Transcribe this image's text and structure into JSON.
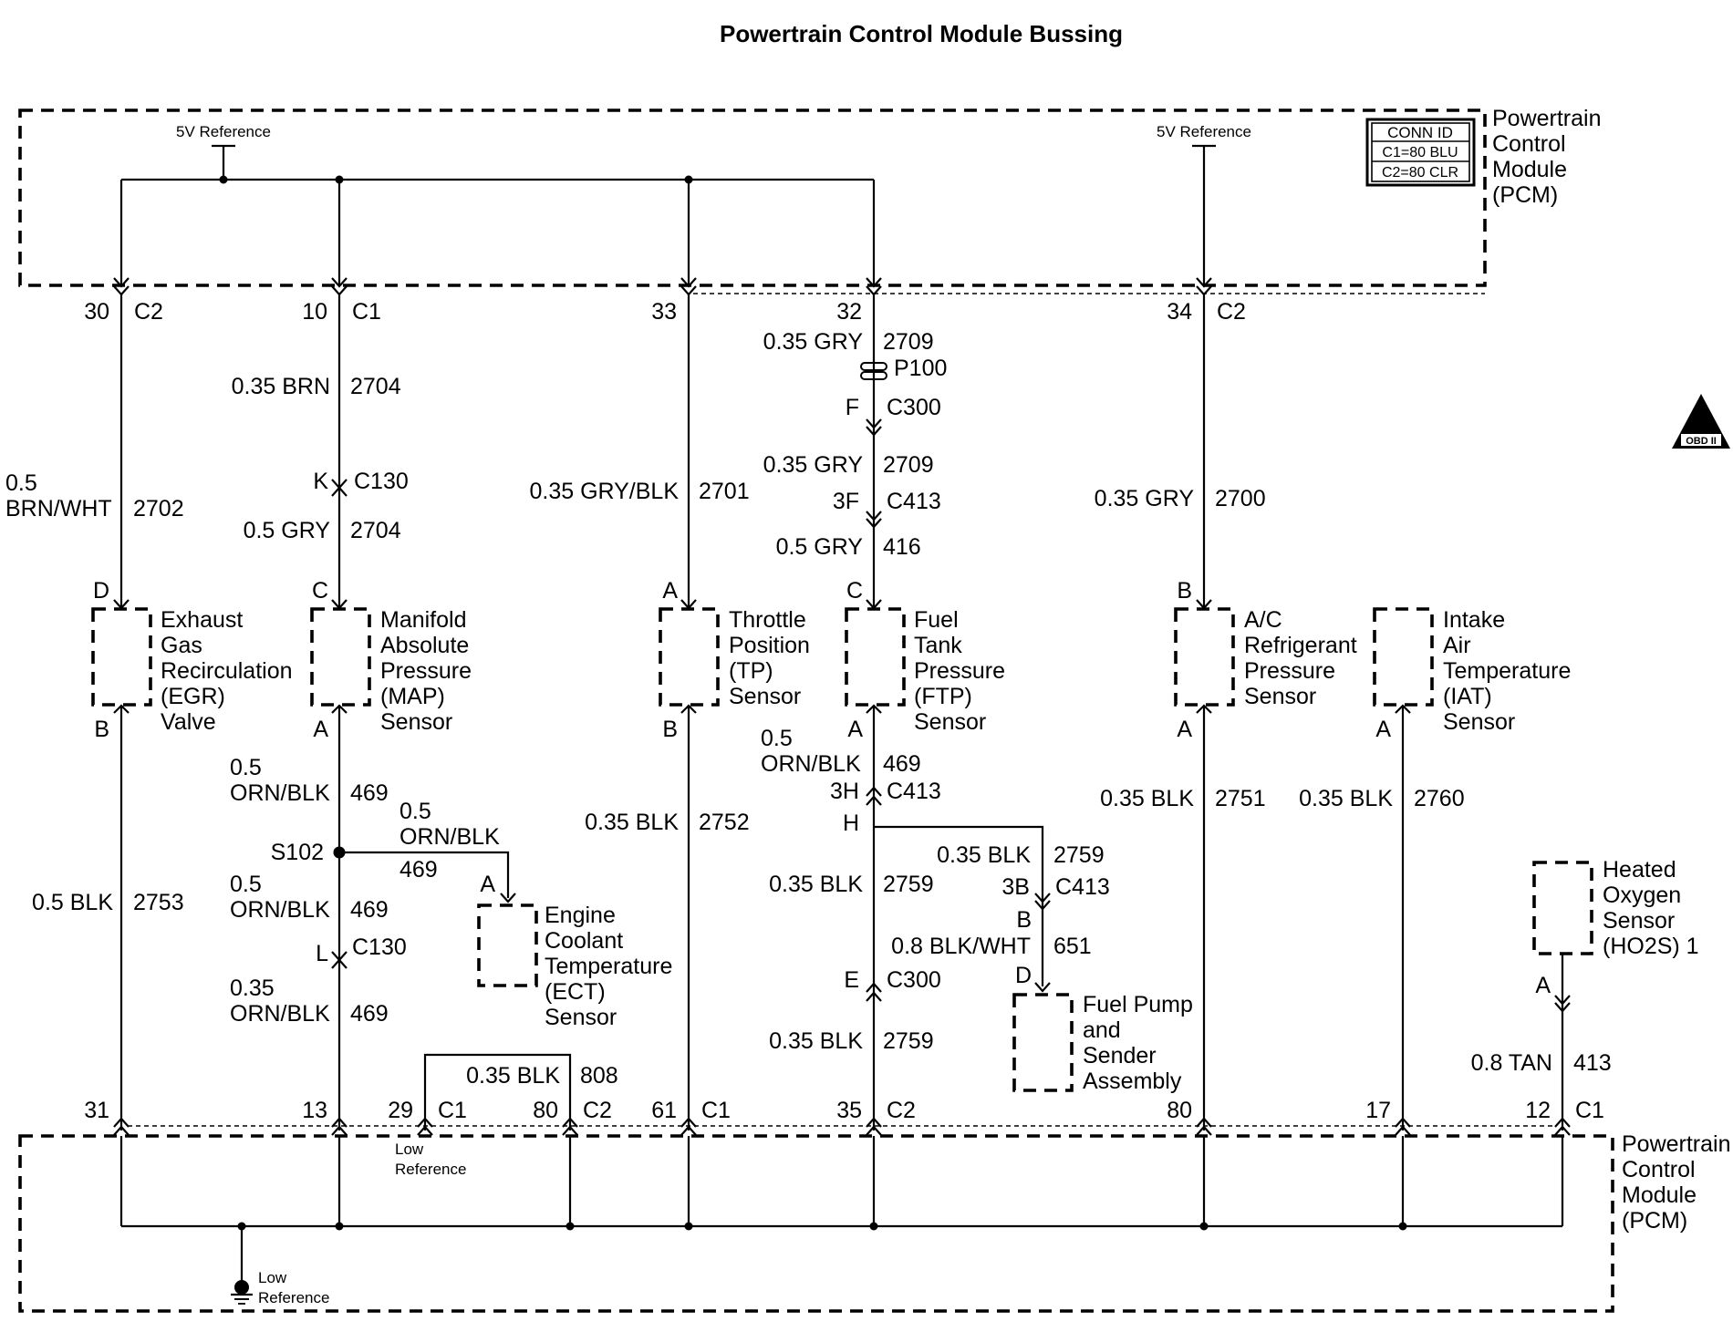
{
  "title": "Powertrain Control Module Bussing",
  "pcm_label": [
    "Powertrain",
    "Control",
    "Module",
    "(PCM)"
  ],
  "five_v_reference": "5V Reference",
  "low_reference": [
    "Low",
    "Reference"
  ],
  "conn_id": {
    "header": "CONN ID",
    "c1": "C1=80 BLU",
    "c2": "C2=80 CLR"
  },
  "obd_badge": {
    "numeral": "II",
    "text": "OBD II"
  },
  "top_pins": [
    {
      "pin": "30",
      "connector": "C2"
    },
    {
      "pin": "10",
      "connector": "C1"
    },
    {
      "pin": "33",
      "connector": ""
    },
    {
      "pin": "32",
      "connector": ""
    },
    {
      "pin": "34",
      "connector": "C2"
    }
  ],
  "bottom_pins": [
    {
      "pin": "31",
      "connector": ""
    },
    {
      "pin": "13",
      "connector": ""
    },
    {
      "pin": "29",
      "connector": "C1"
    },
    {
      "pin": "80",
      "connector": "C2"
    },
    {
      "pin": "61",
      "connector": "C1"
    },
    {
      "pin": "35",
      "connector": "C2"
    },
    {
      "pin": "80",
      "connector": ""
    },
    {
      "pin": "17",
      "connector": ""
    },
    {
      "pin": "12",
      "connector": "C1"
    }
  ],
  "components": [
    {
      "name": [
        "Exhaust",
        "Gas",
        "Recirculation",
        "(EGR)",
        "Valve"
      ],
      "top_pin": "D",
      "bottom_pin": "B"
    },
    {
      "name": [
        "Manifold",
        "Absolute",
        "Pressure",
        "(MAP)",
        "Sensor"
      ],
      "top_pin": "C",
      "bottom_pin": "A"
    },
    {
      "name": [
        "Throttle",
        "Position",
        "(TP)",
        "Sensor"
      ],
      "top_pin": "A",
      "bottom_pin": "B"
    },
    {
      "name": [
        "Fuel",
        "Tank",
        "Pressure",
        "(FTP)",
        "Sensor"
      ],
      "top_pin": "C",
      "bottom_pin": "A"
    },
    {
      "name": [
        "A/C",
        "Refrigerant",
        "Pressure",
        "Sensor"
      ],
      "top_pin": "B",
      "bottom_pin": "A"
    },
    {
      "name": [
        "Intake",
        "Air",
        "Temperature",
        "(IAT)",
        "Sensor"
      ],
      "top_pin": "",
      "bottom_pin": "A"
    },
    {
      "name": [
        "Engine",
        "Coolant",
        "Temperature",
        "(ECT)",
        "Sensor"
      ],
      "top_pin": "A",
      "bottom_pin": ""
    },
    {
      "name": [
        "Fuel Pump",
        "and",
        "Sender",
        "Assembly"
      ],
      "top_pin": "D",
      "bottom_pin": ""
    },
    {
      "name": [
        "Heated",
        "Oxygen",
        "Sensor",
        "(HO2S) 1"
      ],
      "top_pin": "",
      "bottom_pin": "A"
    }
  ],
  "wires": {
    "egr_top": {
      "gauge": [
        "0.5",
        "BRN/WHT"
      ],
      "circuit": "2702"
    },
    "egr_bottom": {
      "gauge": "0.5 BLK",
      "circuit": "2753"
    },
    "map_top_1": {
      "gauge": "0.35 BRN",
      "circuit": "2704"
    },
    "map_top_2": {
      "gauge": "0.5 GRY",
      "circuit": "2704"
    },
    "map_bottom_1": {
      "gauge": [
        "0.5",
        "ORN/BLK"
      ],
      "circuit": "469"
    },
    "map_bottom_2": {
      "gauge": [
        "0.5",
        "ORN/BLK"
      ],
      "circuit": "469"
    },
    "map_bottom_3": {
      "gauge": [
        "0.35",
        "ORN/BLK"
      ],
      "circuit": "469"
    },
    "ect_branch": {
      "gauge": [
        "0.5",
        "ORN/BLK"
      ],
      "circuit": "469"
    },
    "low_ref_jumper": {
      "gauge": "0.35 BLK",
      "circuit": "808"
    },
    "tp_top": {
      "gauge": "0.35 GRY/BLK",
      "circuit": "2701"
    },
    "tp_bottom": {
      "gauge": "0.35 BLK",
      "circuit": "2752"
    },
    "ftp_top_1": {
      "gauge": "0.35 GRY",
      "circuit": "2709"
    },
    "ftp_top_2": {
      "gauge": "0.35 GRY",
      "circuit": "2709"
    },
    "ftp_top_3": {
      "gauge": "0.5 GRY",
      "circuit": "416"
    },
    "ftp_bottom_1": {
      "gauge": [
        "0.5",
        "ORN/BLK"
      ],
      "circuit": "469"
    },
    "ftp_bottom_2": {
      "gauge": "0.35 BLK",
      "circuit": "2759"
    },
    "ftp_bottom_3": {
      "gauge": "0.35 BLK",
      "circuit": "2759"
    },
    "pump_1": {
      "gauge": "0.35 BLK",
      "circuit": "2759"
    },
    "pump_2": {
      "gauge": "0.8 BLK/WHT",
      "circuit": "651"
    },
    "ac_top": {
      "gauge": "0.35 GRY",
      "circuit": "2700"
    },
    "ac_bottom": {
      "gauge": "0.35 BLK",
      "circuit": "2751"
    },
    "iat_bottom": {
      "gauge": "0.35 BLK",
      "circuit": "2760"
    },
    "ho2s": {
      "gauge": "0.8 TAN",
      "circuit": "413"
    }
  },
  "connectors": {
    "c130_k": {
      "cavity": "K",
      "name": "C130"
    },
    "c130_l": {
      "cavity": "L",
      "name": "C130"
    },
    "p100": {
      "name": "P100"
    },
    "c300_f": {
      "cavity": "F",
      "name": "C300"
    },
    "c300_e": {
      "cavity": "E",
      "name": "C300"
    },
    "c413_3f": {
      "cavity": "3F",
      "name": "C413"
    },
    "c413_3h": {
      "cavity": "3H",
      "name": "C413"
    },
    "c413_3b": {
      "cavity": "3B",
      "name": "C413"
    },
    "c413_h": {
      "cavity": "H"
    },
    "pump_b": {
      "cavity": "B"
    }
  },
  "splice": {
    "name": "S102"
  }
}
